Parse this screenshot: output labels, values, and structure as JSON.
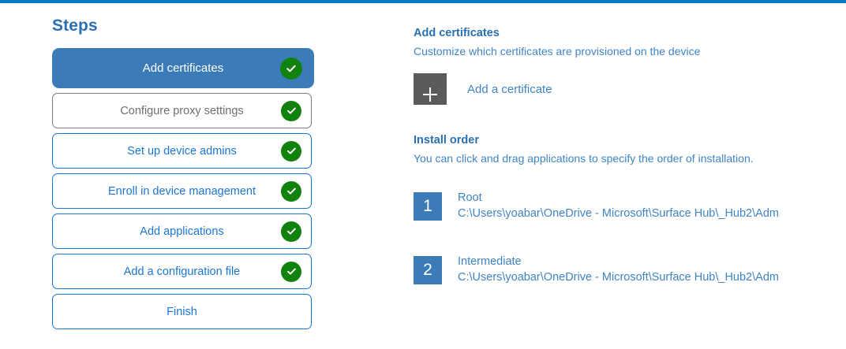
{
  "theme": {
    "accent_bar": "#0078c8",
    "primary_blue": "#3b7cb8",
    "link_blue": "#1b76d2",
    "text_blue": "#3f84c4",
    "heading_blue": "#2a6fb0",
    "success_green": "#12820f",
    "tile_grey": "#5a5a5a",
    "muted_grey": "#6e6e6e"
  },
  "steps": {
    "title": "Steps",
    "items": [
      {
        "label": "Add certificates",
        "state": "active",
        "completed": true
      },
      {
        "label": "Configure proxy settings",
        "state": "muted",
        "completed": true
      },
      {
        "label": "Set up device admins",
        "state": "default",
        "completed": true
      },
      {
        "label": "Enroll in device management",
        "state": "default",
        "completed": true
      },
      {
        "label": "Add applications",
        "state": "default",
        "completed": true
      },
      {
        "label": "Add a configuration file",
        "state": "default",
        "completed": true
      },
      {
        "label": "Finish",
        "state": "default",
        "completed": false
      }
    ]
  },
  "detail": {
    "title": "Add certificates",
    "subtitle": "Customize which certificates are provisioned on the device",
    "add_certificate_label": "Add a certificate",
    "plus_icon": "plus-icon",
    "install_order": {
      "title": "Install order",
      "subtitle": "You can click and drag applications to specify the order of installation.",
      "items": [
        {
          "number": "1",
          "name": "Root",
          "path": "C:\\Users\\yoabar\\OneDrive - Microsoft\\Surface Hub\\_Hub2\\Adm"
        },
        {
          "number": "2",
          "name": "Intermediate",
          "path": "C:\\Users\\yoabar\\OneDrive - Microsoft\\Surface Hub\\_Hub2\\Adm"
        }
      ]
    }
  }
}
